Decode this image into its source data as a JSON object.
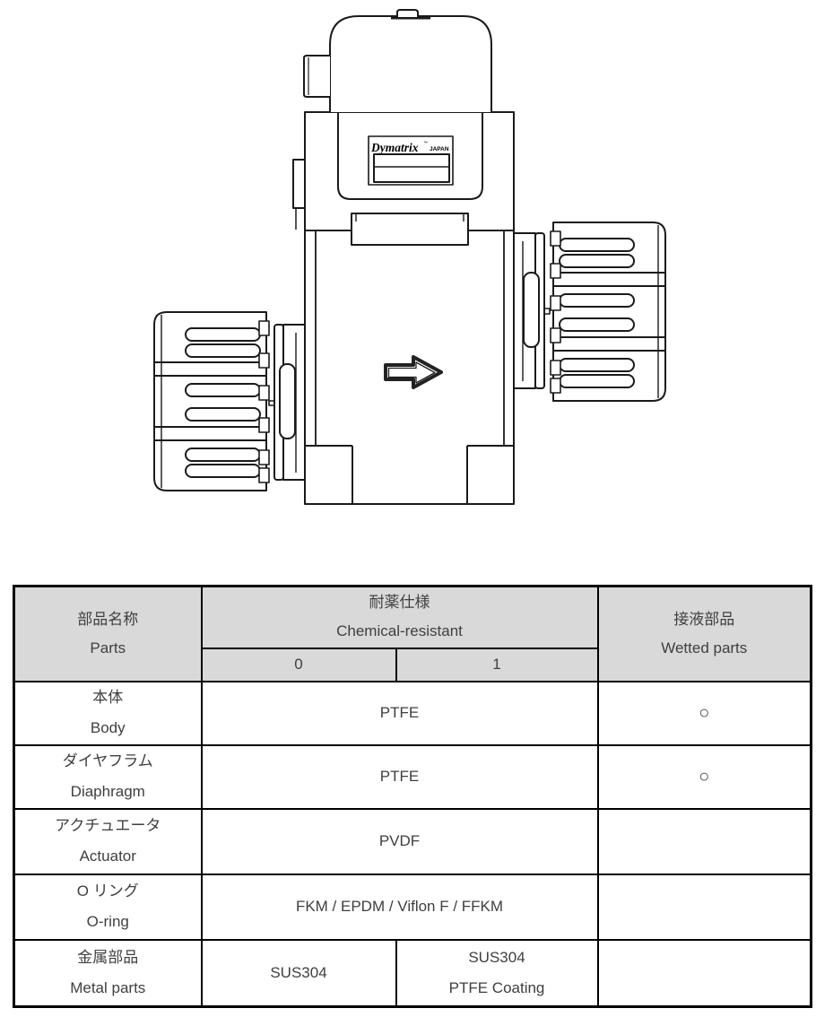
{
  "figure": {
    "nameplate": {
      "brand": "Dymatrix",
      "trademark": "™",
      "country": "JAPAN"
    }
  },
  "table": {
    "colors": {
      "header_bg": "#d9d9d9",
      "border": "#000000",
      "text": "#3f3f3f"
    },
    "header": {
      "parts_ja": "部品名称",
      "parts_en": "Parts",
      "chemical_ja": "耐薬仕様",
      "chemical_en": "Chemical-resistant",
      "sub0": "0",
      "sub1": "1",
      "wetted_ja": "接液部品",
      "wetted_en": "Wetted parts"
    },
    "rows": [
      {
        "ja": "本体",
        "en": "Body",
        "material": "PTFE",
        "wetted": "○"
      },
      {
        "ja": "ダイヤフラム",
        "en": "Diaphragm",
        "material": "PTFE",
        "wetted": "○"
      },
      {
        "ja": "アクチュエータ",
        "en": "Actuator",
        "material": "PVDF",
        "wetted": ""
      },
      {
        "ja": "O リング",
        "en": "O-ring",
        "material": "FKM / EPDM / Viflon F / FFKM",
        "wetted": ""
      },
      {
        "ja": "金属部品",
        "en": "Metal parts",
        "material0": "SUS304",
        "material1": {
          "line1": "SUS304",
          "line2": "PTFE Coating"
        },
        "wetted": ""
      }
    ]
  }
}
